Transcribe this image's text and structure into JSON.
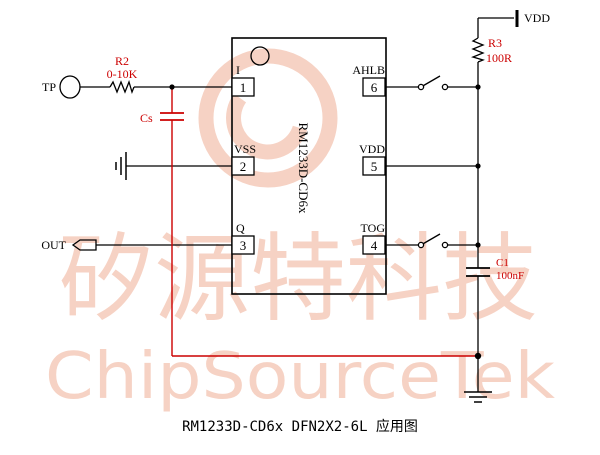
{
  "colors": {
    "wire": "#000000",
    "red_wire": "#cc0000",
    "red_label": "#cc0000",
    "watermark": "#f6d2c4",
    "background": "#ffffff"
  },
  "chip": {
    "name": "RM1233D-CD6x",
    "pins": [
      {
        "num": "1",
        "name": "I"
      },
      {
        "num": "2",
        "name": "VSS"
      },
      {
        "num": "3",
        "name": "Q"
      },
      {
        "num": "4",
        "name": "TOG"
      },
      {
        "num": "5",
        "name": "VDD"
      },
      {
        "num": "6",
        "name": "AHLB"
      }
    ]
  },
  "components": {
    "r2": {
      "ref": "R2",
      "value": "0-10K"
    },
    "r3": {
      "ref": "R3",
      "value": "100R"
    },
    "cs": {
      "ref": "Cs"
    },
    "c1": {
      "ref": "C1",
      "value": "100nF"
    }
  },
  "ports": {
    "tp": "TP",
    "out": "OUT",
    "vdd": "VDD"
  },
  "watermark": {
    "cn": "矽源特科技",
    "en": "ChipSourceTek"
  },
  "caption": "RM1233D-CD6x  DFN2X2-6L 应用图"
}
